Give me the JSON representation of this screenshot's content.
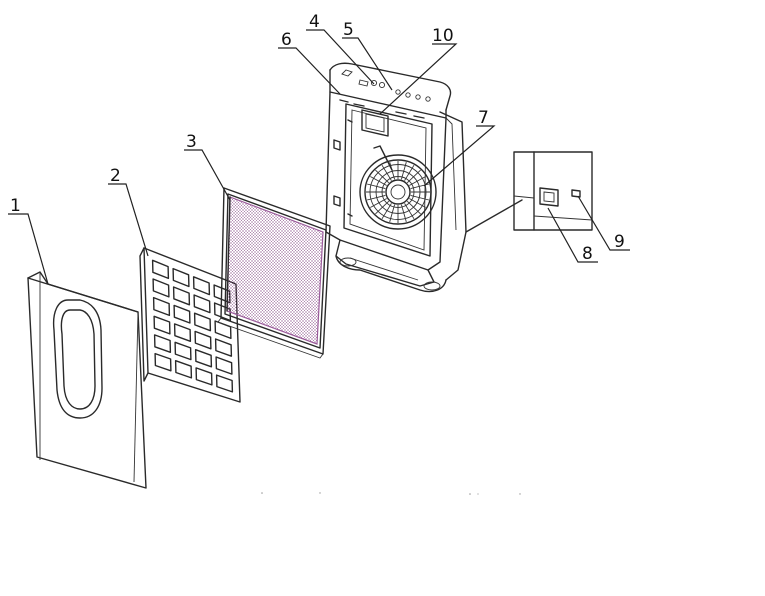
{
  "callouts": {
    "c1": "1",
    "c2": "2",
    "c3": "3",
    "c4": "4",
    "c5": "5",
    "c6": "6",
    "c7": "7",
    "c8": "8",
    "c9": "9",
    "c10": "10"
  },
  "colors": {
    "line": "#2a2a2a",
    "filter_accent": "#b06ab0",
    "background": "#ffffff"
  }
}
